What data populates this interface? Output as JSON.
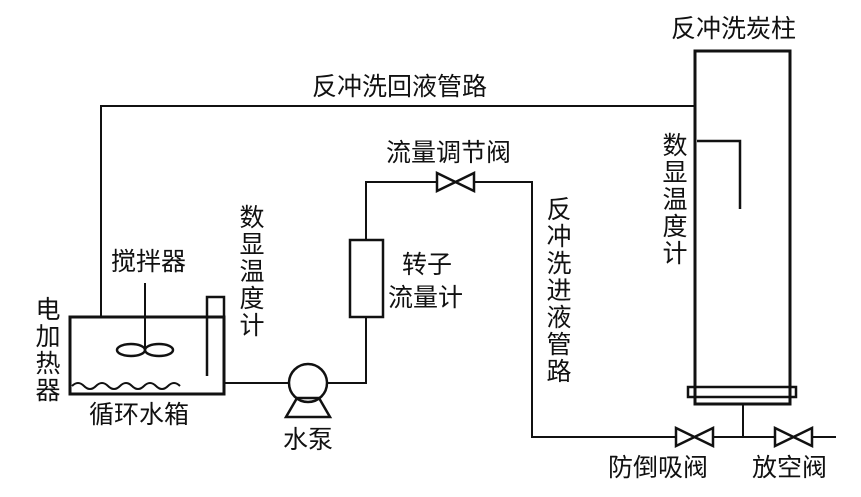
{
  "labels": {
    "return_line": "反冲洗回液管路",
    "flow_valve": "流量调节阀",
    "column": "反冲洗炭柱",
    "tank_thermometer": "数显温度计",
    "column_thermometer": "数显温度计",
    "inlet_line": "反冲洗进液管路",
    "rotameter_line1": "转子",
    "rotameter_line2": "流量计",
    "stirrer": "搅拌器",
    "heater": "电加热器",
    "tank": "循环水箱",
    "pump": "水泵",
    "anti_suction_valve": "防倒吸阀",
    "vent_valve": "放空阀"
  },
  "colors": {
    "line": "#111111",
    "background": "#ffffff"
  }
}
